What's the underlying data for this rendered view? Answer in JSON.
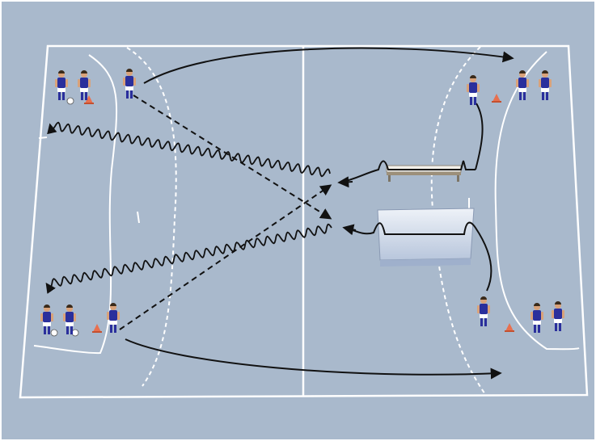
{
  "diagram": {
    "kind": "handball drill court diagram",
    "colors": {
      "background": "#a9b9cc",
      "court_lines": "#ffffff",
      "movement_arrows": "#111111",
      "player_jersey": "#2a2f9c",
      "player_shorts": "#ffffff",
      "cone": "#e8704f",
      "mat_fill": "#dfe7f2"
    },
    "elements": {
      "players": {
        "count": 12,
        "icon": "player-icon"
      },
      "cones": {
        "count": 4,
        "icon": "cone-icon"
      },
      "balls": {
        "count": 3,
        "icon": "ball-icon"
      },
      "obstacles": [
        "hurdle",
        "gym-mat"
      ],
      "line_types": [
        "curved-pass-arrow",
        "dashed-run-arrow",
        "wavy-dribble-arrow"
      ]
    }
  }
}
